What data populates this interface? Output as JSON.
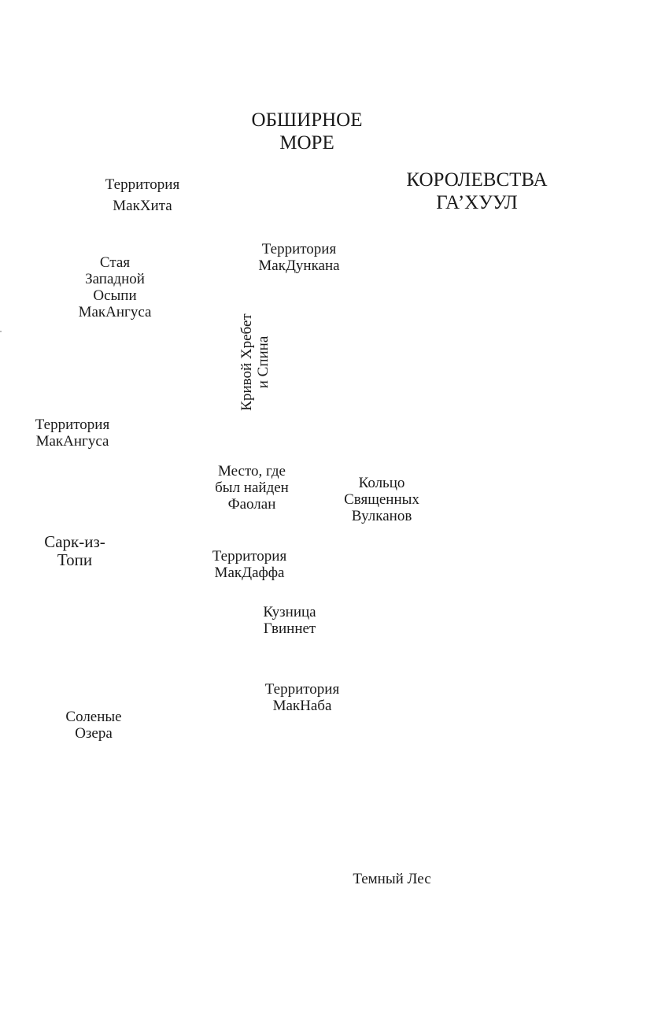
{
  "map": {
    "regions": {
      "vast_sea": [
        "ОБШИРНОЕ",
        "МОРЕ"
      ],
      "gahuul": [
        "КОРОЛЕВСТВА",
        "ГА’ХУУЛ"
      ],
      "machita": [
        "Территория",
        "МакХита"
      ],
      "macduncan": [
        "Территория",
        "МакДункана"
      ],
      "western_scree": [
        "Стая",
        "Западной",
        "Осыпи",
        "МакАнгуса"
      ],
      "crooked_ridge": [
        "Кривой Хребет",
        "и Спина"
      ],
      "macangus": [
        "Территория",
        "МакАнгуса"
      ],
      "faolan_found": [
        "Место, где",
        "был найден",
        "Фаолан"
      ],
      "volcanoes": [
        "Кольцо",
        "Священных",
        "Вулканов"
      ],
      "sark": [
        "Сарк-из-",
        "Топи"
      ],
      "macduff": [
        "Территория",
        "МакДаффа"
      ],
      "gwynneth_forge": [
        "Кузница",
        "Гвиннет"
      ],
      "macnab": [
        "Территория",
        "МакНаба"
      ],
      "salt_lakes": [
        "Соленые",
        "Озера"
      ],
      "dark_forest": [
        "Темный Лес"
      ]
    }
  }
}
